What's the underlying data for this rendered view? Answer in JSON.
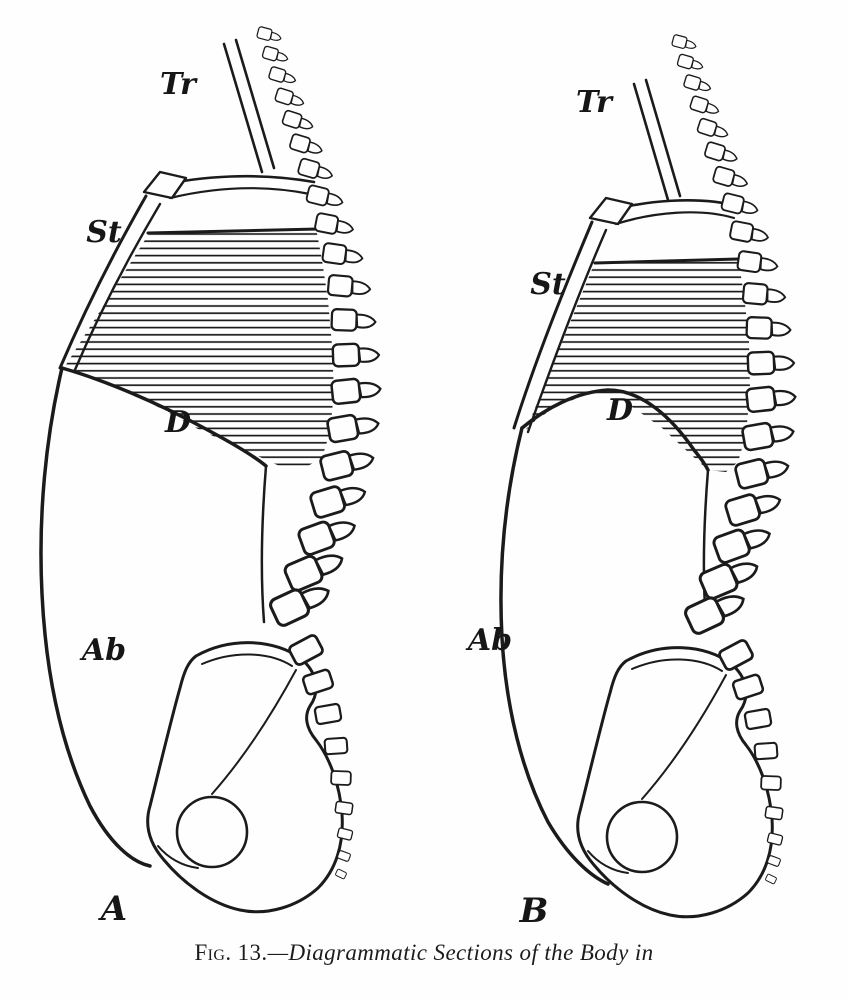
{
  "figure": {
    "caption": {
      "fig_label": "Fig. 13.",
      "dash": "—",
      "title": "Diagrammatic Sections of the Body in"
    },
    "panels": [
      {
        "panel_letter": "A",
        "labels": {
          "trachea": "Tr",
          "chest_wall": "St",
          "diaphragm": "D",
          "abdomen": "Ab"
        }
      },
      {
        "panel_letter": "B",
        "labels": {
          "trachea": "Tr",
          "chest_wall": "St",
          "diaphragm": "D",
          "abdomen": "Ab"
        }
      }
    ],
    "ink_color": "#1b1b1b",
    "paper_color": "#fefefe"
  }
}
